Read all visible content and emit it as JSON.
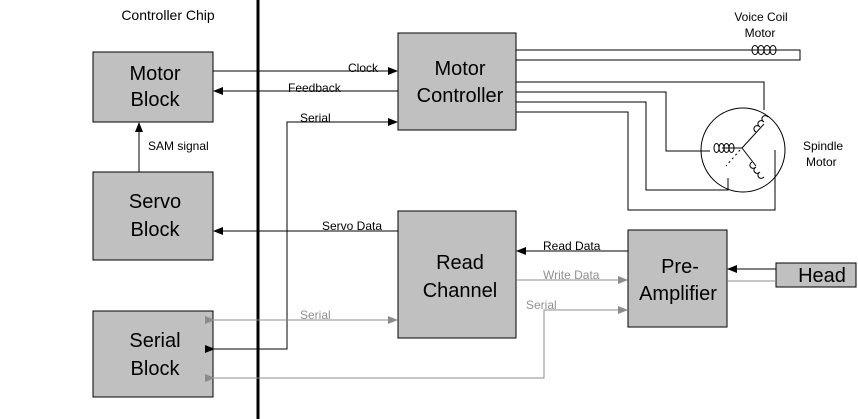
{
  "chip": {
    "title": "Controller Chip"
  },
  "blocks": {
    "motor_block": [
      "Motor",
      "Block"
    ],
    "servo_block": [
      "Servo",
      "Block"
    ],
    "serial_block": [
      "Serial",
      "Block"
    ],
    "motor_controller": [
      "Motor",
      "Controller"
    ],
    "read_channel": [
      "Read",
      "Channel"
    ],
    "pre_amplifier": [
      "Pre-",
      "Amplifier"
    ],
    "head": "Head"
  },
  "components": {
    "voice_coil_motor": [
      "Voice Coil",
      "Motor"
    ],
    "spindle_motor": [
      "Spindle",
      "Motor"
    ]
  },
  "signals": {
    "clock": "Clock",
    "feedback": "Feedback",
    "serial_mc": "Serial",
    "sam_signal": "SAM signal",
    "servo_data": "Servo Data",
    "read_data": "Read Data",
    "write_data": "Write Data",
    "serial_rc": "Serial",
    "serial_pa": "Serial"
  },
  "colors": {
    "block_fill": "#c0c0c0",
    "line": "#000000",
    "gray_line": "#8c8c8c",
    "gray_text": "#909090"
  }
}
